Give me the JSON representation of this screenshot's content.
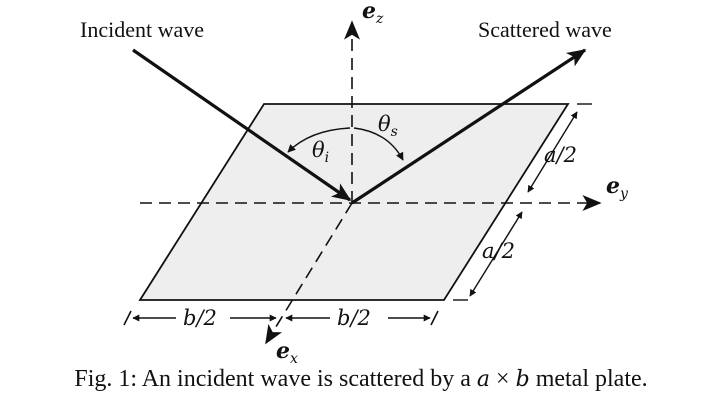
{
  "diagram": {
    "incident_label": "Incident wave",
    "scattered_label": "Scattered wave",
    "ez_base": "e",
    "ez_sub": "z",
    "ey_base": "e",
    "ey_sub": "y",
    "ex_base": "e",
    "ex_sub": "x",
    "theta_i_base": "θ",
    "theta_i_sub": "i",
    "theta_s_base": "θ",
    "theta_s_sub": "s",
    "dim_a_top": "a/2",
    "dim_a_bottom": "a/2",
    "dim_b_left": "b/2",
    "dim_b_right": "b/2",
    "plate_fill": "#eeeeee",
    "line_color": "#111111"
  },
  "caption": {
    "prefix": "Fig. 1: An incident wave is scattered by a ",
    "var_a": "a",
    "times": " × ",
    "var_b": "b",
    "suffix": " metal plate."
  }
}
